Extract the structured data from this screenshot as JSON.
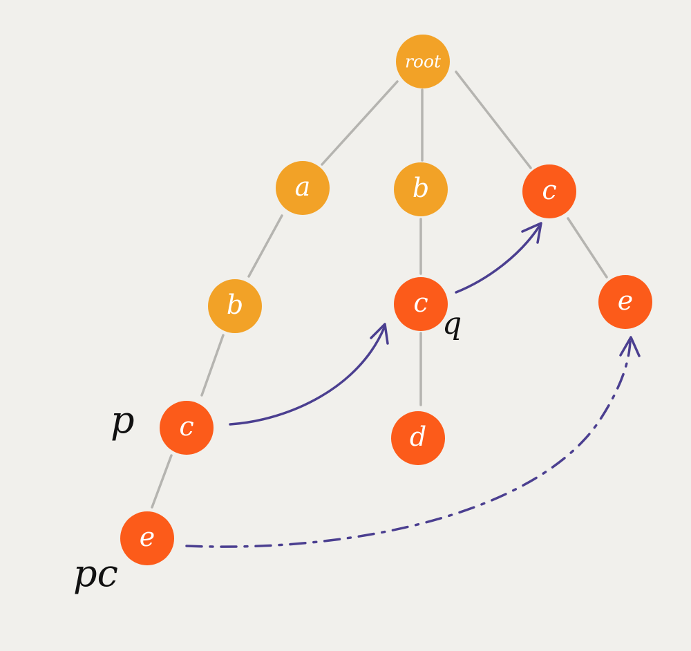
{
  "colors": {
    "background": "#f1f0ec",
    "edge": "#b5b4b0",
    "node_plain": "#f2a227",
    "node_highlight": "#fc5b1a",
    "arrow": "#4b3f90",
    "pointer_text": "#111111"
  },
  "nodes": {
    "root": {
      "label": "root",
      "kind": "plain"
    },
    "a": {
      "label": "a",
      "kind": "plain"
    },
    "b_mid": {
      "label": "b",
      "kind": "plain"
    },
    "c_right": {
      "label": "c",
      "kind": "highlight"
    },
    "b_left": {
      "label": "b",
      "kind": "plain"
    },
    "c_mid": {
      "label": "c",
      "kind": "highlight"
    },
    "e_right": {
      "label": "e",
      "kind": "highlight"
    },
    "c_left": {
      "label": "c",
      "kind": "highlight"
    },
    "d": {
      "label": "d",
      "kind": "highlight"
    },
    "e_left": {
      "label": "e",
      "kind": "highlight"
    }
  },
  "edges": [
    {
      "from": "root",
      "to": "a"
    },
    {
      "from": "root",
      "to": "b_mid"
    },
    {
      "from": "root",
      "to": "c_right"
    },
    {
      "from": "a",
      "to": "b_left"
    },
    {
      "from": "b_left",
      "to": "c_left"
    },
    {
      "from": "c_left",
      "to": "e_left"
    },
    {
      "from": "b_mid",
      "to": "c_mid"
    },
    {
      "from": "c_mid",
      "to": "d"
    },
    {
      "from": "c_right",
      "to": "e_right"
    }
  ],
  "links": [
    {
      "from": "c_left",
      "to": "c_mid",
      "style": "solid"
    },
    {
      "from": "c_mid",
      "to": "c_right",
      "style": "solid"
    },
    {
      "from": "e_left",
      "to": "e_right",
      "style": "dash-dot"
    }
  ],
  "pointers": {
    "p": "p",
    "q": "q",
    "pc": "pc"
  }
}
